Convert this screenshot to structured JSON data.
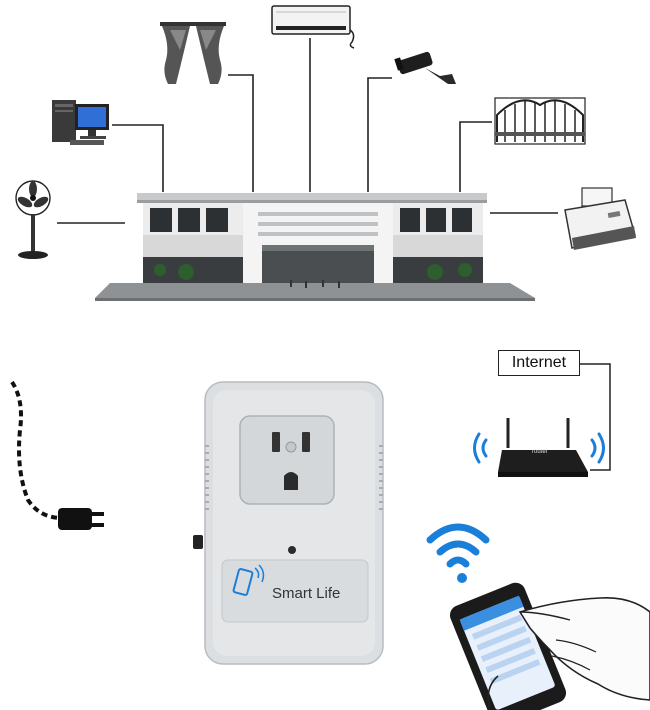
{
  "labels": {
    "internet": "Internet",
    "brand": "Smart Life",
    "router": "router"
  },
  "colors": {
    "wifi_blue": "#1a7fd9",
    "plug_body": "#dcdfe1",
    "building_wall": "#e9e9e9",
    "line": "#222222"
  },
  "icons": [
    "desktop-computer-icon",
    "curtains-icon",
    "air-conditioner-icon",
    "security-camera-icon",
    "gate-icon",
    "fan-icon",
    "printer-icon",
    "building-illustration",
    "power-cord-icon",
    "smart-plug-device",
    "wifi-router-icon",
    "wifi-signal-icon",
    "smartphone-icon",
    "hand-icon"
  ]
}
